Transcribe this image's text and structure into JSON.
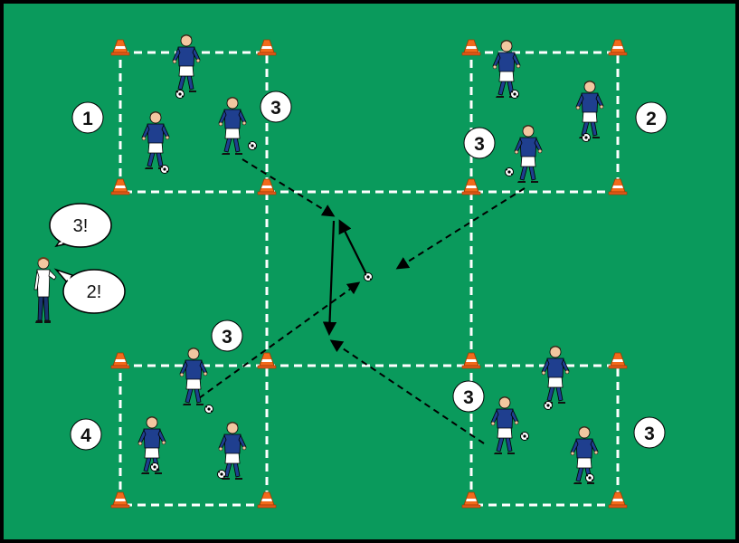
{
  "field": {
    "grass_color": "#0a9a5c",
    "border_color": "#000000",
    "line_color": "#ffffff",
    "pass_line_color": "#000000"
  },
  "zone_numbers": [
    "1",
    "2",
    "4",
    "3"
  ],
  "player_counts": [
    "3",
    "3",
    "3",
    "3"
  ],
  "coach_calls": [
    "3!",
    "2!"
  ],
  "player_kit": {
    "shirt": "#1f3f8f",
    "shorts": "#ffffff",
    "socks": "#1f3f8f"
  },
  "cone_color": "#f26a1b"
}
